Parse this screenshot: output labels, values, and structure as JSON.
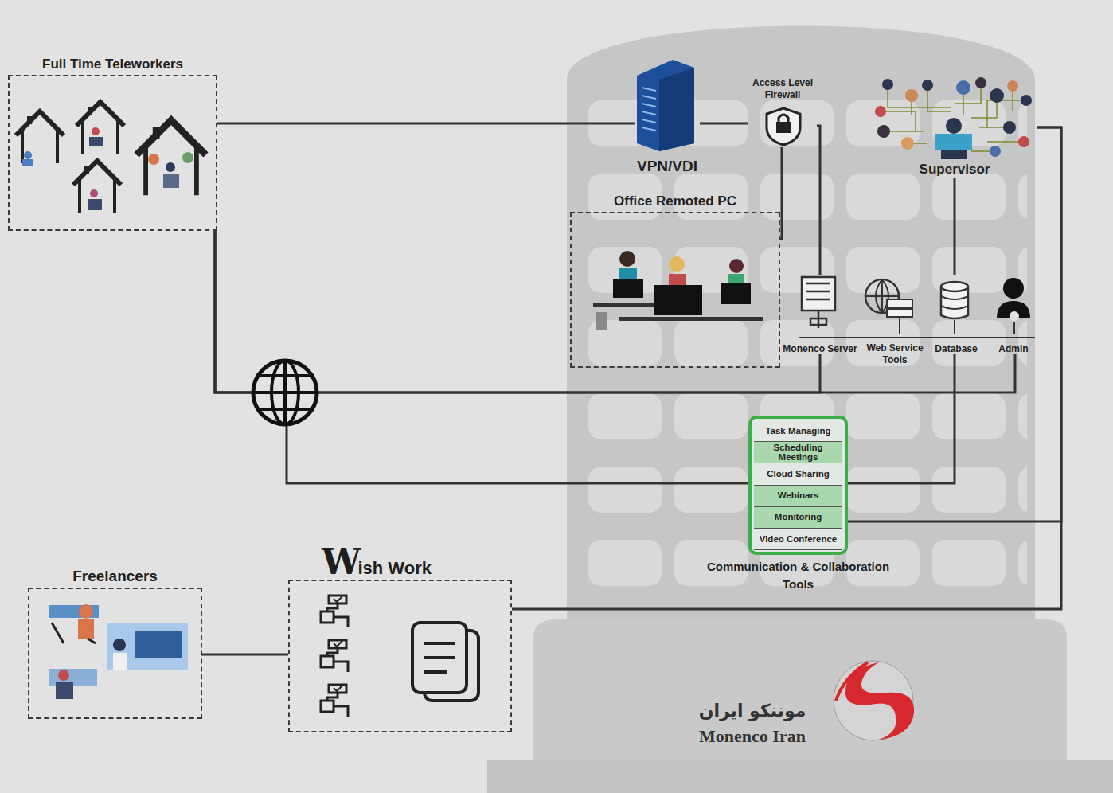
{
  "diagram": {
    "nodes": [
      {
        "text": [
          "Full Time Teleworkers"
        ]
      },
      {
        "text": [
          "VPN/VDI"
        ]
      },
      {
        "text": [
          "Access Level Firewall"
        ]
      },
      {
        "text": [
          "Supervisor"
        ]
      },
      {
        "text": [
          "Office Remoted PC"
        ]
      },
      {
        "text": [
          "Monenco Server"
        ]
      },
      {
        "text": [
          "Web Service Tools"
        ]
      },
      {
        "text": [
          "Database"
        ]
      },
      {
        "text": [
          "Admin"
        ]
      },
      {
        "text": [
          "Task Managing",
          "Scheduling Meetings",
          "Cloud Sharing",
          "Webinars",
          "Monitoring",
          "Video Conference",
          "Communication & Collaboration Tools"
        ]
      },
      {
        "text": [
          "Freelancers"
        ]
      },
      {
        "text": [
          "W",
          "ish Work"
        ]
      }
    ],
    "edges": [
      {
        "from": 0,
        "to": 1,
        "arrow": "none"
      },
      {
        "from": 1,
        "to": 2,
        "arrow": "none"
      },
      {
        "from": 2,
        "to": 4,
        "arrow": "none"
      },
      {
        "from": 2,
        "to": 5,
        "arrow": "none"
      },
      {
        "from": 3,
        "to": 7,
        "arrow": "none"
      },
      {
        "from": 0,
        "to": 5,
        "arrow": "none"
      },
      {
        "from": 0,
        "to": 8,
        "arrow": "none"
      },
      {
        "from": 0,
        "to": 9,
        "arrow": "none"
      },
      {
        "from": 7,
        "to": 9,
        "arrow": "none"
      },
      {
        "from": 3,
        "to": 9,
        "arrow": "none"
      },
      {
        "from": 3,
        "to": 11,
        "arrow": "none"
      },
      {
        "from": 10,
        "to": 11,
        "arrow": "none"
      }
    ],
    "labels": [
      "موننکو ایران",
      "Monenco Iran"
    ]
  }
}
